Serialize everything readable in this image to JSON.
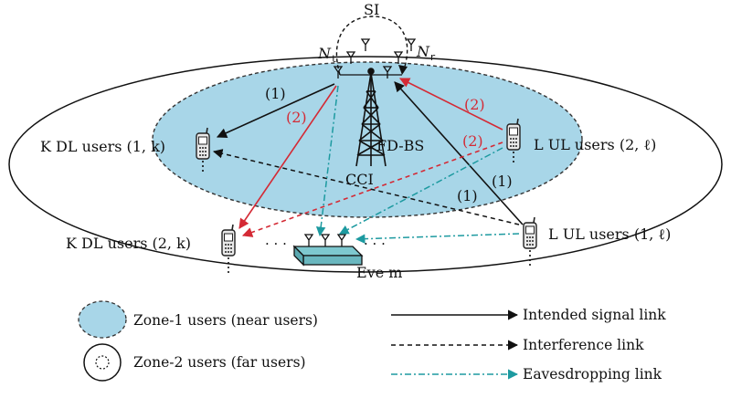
{
  "colors": {
    "zone1_fill": "#a8d6e8",
    "zone1_stroke": "#333333",
    "intended": "#111111",
    "interference": "#111111",
    "eaves": "#1d9aa0",
    "red": "#d42a35",
    "eve_fill": "#7ec8cf"
  },
  "labels": {
    "si": "SI",
    "nt": "N",
    "nt_sub": "t",
    "nr": "N",
    "nr_sub": "r",
    "fdbs": "FD-BS",
    "cci": "CCI",
    "k_dl_1": "K DL users (1, k)",
    "l_ul_2": "L UL users (2, ℓ)",
    "k_dl_2": "K DL users (2, k)",
    "l_ul_1": "L UL users (1, ℓ)",
    "eve": "Eve m",
    "link_1_dl": "(1)",
    "link_2_dl": "(2)",
    "link_2_ul_a": "(2)",
    "link_2_ul_b": "(2)",
    "link_1_ul_a": "(1)",
    "link_1_ul_b": "(1)",
    "dots_left": "· · ·",
    "dots_right": "· · ·"
  },
  "legend": {
    "zone1": "Zone-1 users (near users)",
    "zone2": "Zone-2 users (far users)",
    "intended": "Intended signal link",
    "interference": "Interference link",
    "eaves": "Eavesdropping link"
  }
}
